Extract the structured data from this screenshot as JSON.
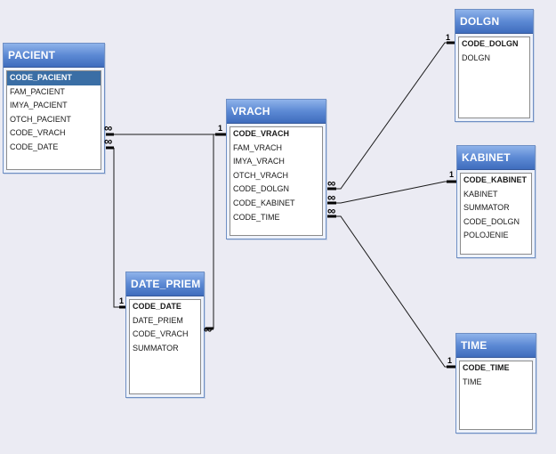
{
  "tables": {
    "pacient": {
      "title": "PACIENT",
      "fields": [
        "CODE_PACIENT",
        "FAM_PACIENT",
        "IMYA_PACIENT",
        "OTCH_PACIENT",
        "CODE_VRACH",
        "CODE_DATE"
      ]
    },
    "date_priem": {
      "title": "DATE_PRIEM",
      "fields": [
        "CODE_DATE",
        "DATE_PRIEM",
        "CODE_VRACH",
        "SUMMATOR"
      ]
    },
    "vrach": {
      "title": "VRACH",
      "fields": [
        "CODE_VRACH",
        "FAM_VRACH",
        "IMYA_VRACH",
        "OTCH_VRACH",
        "CODE_DOLGN",
        "CODE_KABINET",
        "CODE_TIME"
      ]
    },
    "dolgn": {
      "title": "DOLGN",
      "fields": [
        "CODE_DOLGN",
        "DOLGN"
      ]
    },
    "kabinet": {
      "title": "KABINET",
      "fields": [
        "CODE_KABINET",
        "KABINET",
        "SUMMATOR",
        "CODE_DOLGN",
        "POLOJENIE"
      ]
    },
    "time": {
      "title": "TIME",
      "fields": [
        "CODE_TIME",
        "TIME"
      ]
    }
  },
  "cardinality": {
    "one": "1",
    "many": "∞"
  }
}
